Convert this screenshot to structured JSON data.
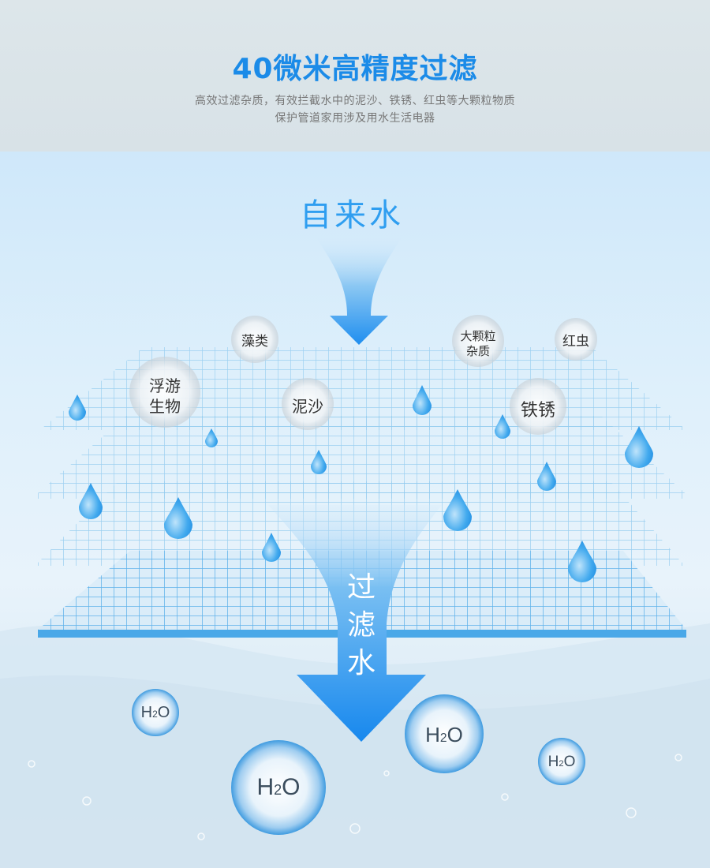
{
  "header": {
    "title": "40微米高精度过滤",
    "subtitle_line1": "高效过滤杂质，有效拦截水中的泥沙、铁锈、红虫等大颗粒物质",
    "subtitle_line2": "保护管道家用涉及用水生活电器"
  },
  "flow": {
    "input_label": "自来水",
    "output_label": [
      "过",
      "滤",
      "水"
    ]
  },
  "impurities": {
    "algae": "藻类",
    "plankton": [
      "浮游",
      "生物"
    ],
    "sediment": "泥沙",
    "large_particles": [
      "大颗粒",
      "杂质"
    ],
    "red_worm": "红虫",
    "rust": "铁锈"
  },
  "molecules": {
    "h": "H",
    "two": "2",
    "o": "O"
  },
  "colors": {
    "accent": "#1b8be8",
    "arrow": "#1f8eef",
    "grid": "#8cc8ee",
    "drop": "#39a6ec"
  }
}
